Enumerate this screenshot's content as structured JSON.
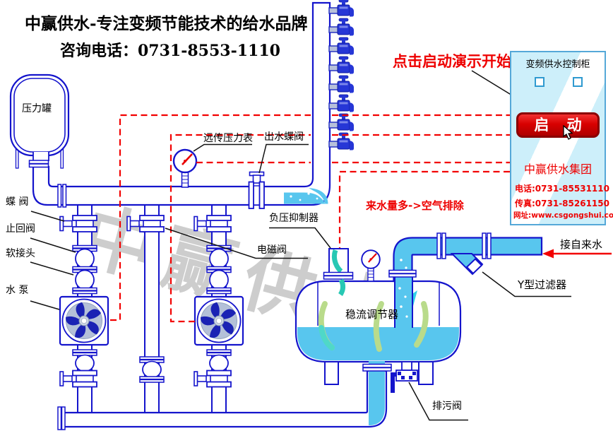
{
  "header": {
    "brand_line": "中赢供水-专注变频节能技术的给水品牌",
    "phone_line": "咨询电话：0731-8553-1110"
  },
  "watermark": "中赢供水",
  "demo_hint": "点击启动演示开始",
  "flow_note": "来水量多->空气排除",
  "labels": {
    "pressure_tank": "压力罐",
    "butterfly_valve": "蝶 阀",
    "check_valve": "止回阀",
    "flexible_joint": "软接头",
    "water_pump": "水 泵",
    "remote_pressure_gauge": "远传压力表",
    "outlet_butterfly_valve": "出水蝶阀",
    "solenoid_valve": "电磁阀",
    "negative_pressure_suppressor": "负压抑制器",
    "flow_regulator": "稳流调节器",
    "y_filter": "Y型过滤器",
    "drain_valve": "排污阀",
    "tap_water_inlet": "接自来水"
  },
  "panel": {
    "title": "变频供水控制柜",
    "start_button": "启 动",
    "company": "中赢供水集团",
    "phone": "电话:0731-85531110",
    "fax": "传真:0731-85261150",
    "website": "网址:www.csgongshui.com"
  },
  "colors": {
    "pipe": "#1414cc",
    "water": "#58c6ee",
    "accent_red": "#ee0000",
    "panel_bg": "#cdeffa"
  }
}
